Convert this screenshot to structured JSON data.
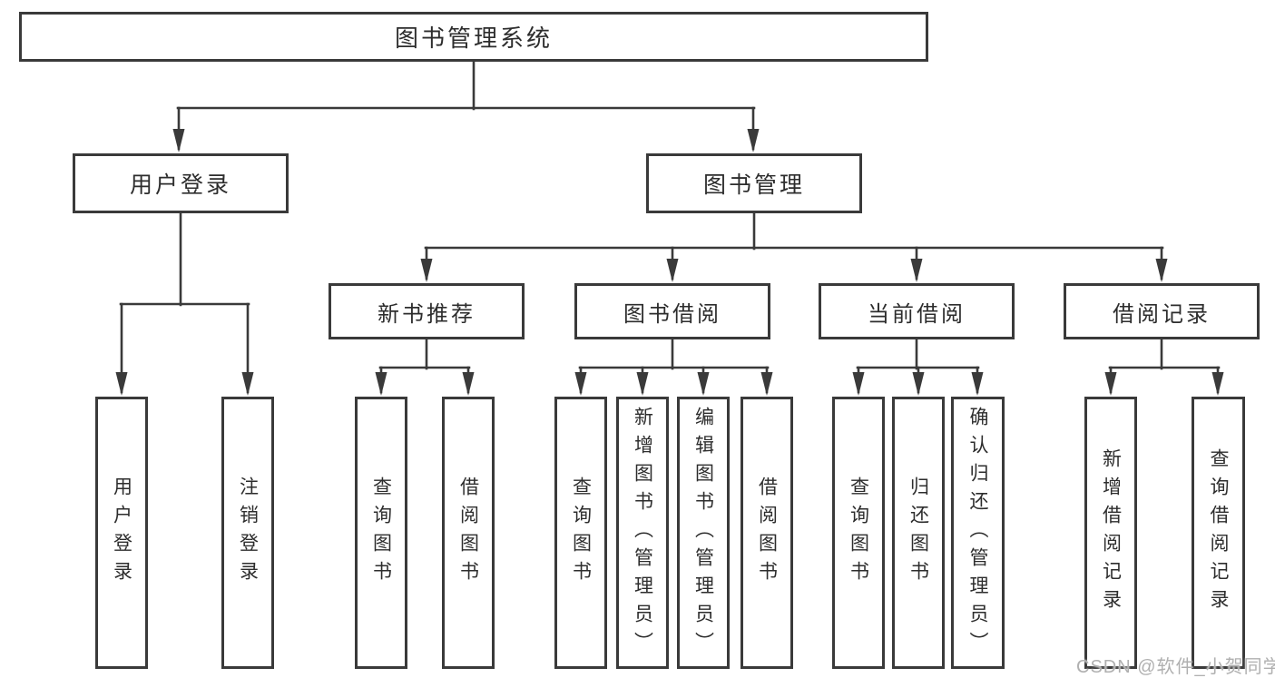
{
  "root": {
    "label": "图书管理系统"
  },
  "level1": [
    {
      "label": "用户登录"
    },
    {
      "label": "图书管理"
    }
  ],
  "level2": [
    {
      "label": "新书推荐"
    },
    {
      "label": "图书借阅"
    },
    {
      "label": "当前借阅"
    },
    {
      "label": "借阅记录"
    }
  ],
  "leaves": [
    {
      "label": "用户登录"
    },
    {
      "label": "注销登录"
    },
    {
      "label": "查询图书"
    },
    {
      "label": "借阅图书"
    },
    {
      "label": "查询图书"
    },
    {
      "label": "新增图书（管理员）"
    },
    {
      "label": "编辑图书（管理员）"
    },
    {
      "label": "借阅图书"
    },
    {
      "label": "查询图书"
    },
    {
      "label": "归还图书"
    },
    {
      "label": "确认归还（管理员）"
    },
    {
      "label": "新增借阅记录"
    },
    {
      "label": "查询借阅记录"
    }
  ],
  "watermark": {
    "text": "CSDN @软件_小贺同学"
  },
  "colors": {
    "line": "#3a3a3a",
    "text": "#2d2d2d",
    "watermark": "#b0b0b0",
    "background": "#ffffff"
  }
}
